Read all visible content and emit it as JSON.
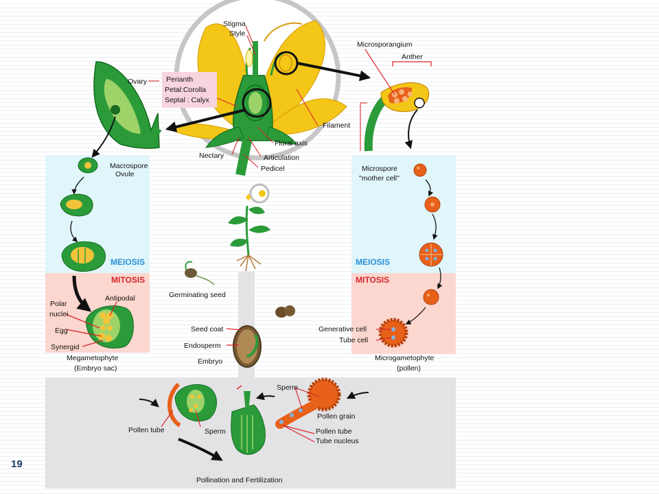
{
  "slide": {
    "page_number": "19"
  },
  "flower": {
    "stigma": "Stigma",
    "style": "Style",
    "perianth": "Perianth",
    "petal_corolla": "Petal:Corolla",
    "septal_calyx": "Septal : Calyx",
    "ovary": "Ovary",
    "floral_axis": "Floral axis",
    "articulation": "Articulation",
    "nectary": "Nectary",
    "pedicel": "Pedicel",
    "filament": "Filament"
  },
  "stamen": {
    "microsporangium": "Microsporangium",
    "anther": "Anther"
  },
  "female": {
    "macrospore": "Macrospore",
    "ovule": "Ovule",
    "meiosis": "MEIOSIS",
    "mitosis": "MITOSIS",
    "antipodal": "Antipodal",
    "polar": "Polar",
    "nuclei": "nuclei",
    "egg": "Egg",
    "synergid": "Synergid",
    "megametophyte": "Megametophyte",
    "embryo_sac": "(Embryo sac)"
  },
  "male": {
    "microspore": "Microspore",
    "mother_cell": "\"mother cell\"",
    "meiosis": "MEIOSIS",
    "mitosis": "MITOSIS",
    "generative_cell": "Generative cell",
    "tube_cell": "Tube cell",
    "microgametophyte": "Microgametophyte",
    "pollen": "(pollen)"
  },
  "center": {
    "germinating_seed": "Germinating seed",
    "seed_coat": "Seed coat",
    "endosperm": "Endosperm",
    "embryo": "Embryo"
  },
  "bottom": {
    "pollen_tube_left": "Pollen tube",
    "sperm_left": "Sperm",
    "sperm_right": "Sperm",
    "pollen_grain": "Pollen grain",
    "pollen_tube_right": "Pollen tube",
    "tube_nucleus": "Tube nucleus",
    "title": "Pollination and Fertilization"
  },
  "colors": {
    "meiosis_blue": "#2a8fd6",
    "mitosis_red": "#d9262b",
    "leaf_green": "#2b9b3a",
    "petal_yellow": "#f4c617",
    "pollen_orange": "#e8611a",
    "female_panel": "#e0f6fb",
    "mitosis_panel": "#fbd7cf",
    "bottom_panel": "#e3e3e6",
    "title_blue": "#3344cc"
  }
}
